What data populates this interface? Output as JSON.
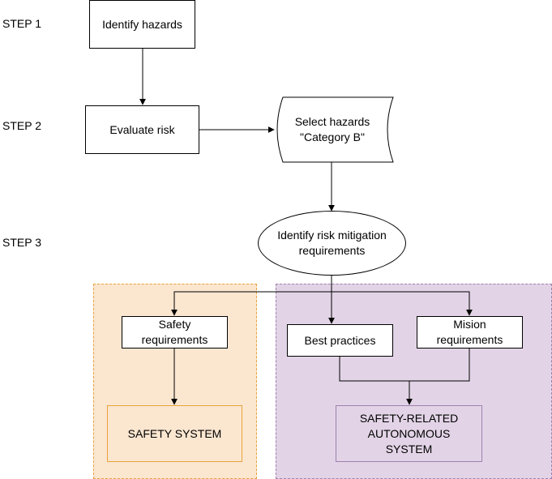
{
  "steps": [
    "STEP 1",
    "STEP 2",
    "STEP 3"
  ],
  "nodes": {
    "identify_hazards": "Identify hazards",
    "evaluate_risk": "Evaluate risk",
    "select_hazards": "Select hazards\n\"Category B\"",
    "identify_mitigation": "Identify risk mitigation\nrequirements",
    "safety_requirements": "Safety\nrequirements",
    "best_practices": "Best practices",
    "mission_requirements": "Mision\nrequirements",
    "safety_system": "SAFETY SYSTEM",
    "safety_related_autonomous": "SAFETY-RELATED\nAUTONOMOUS\nSYSTEM"
  },
  "colors": {
    "safety_region_fill": "#fbe6d0",
    "safety_region_border": "#e8a33a",
    "autonomy_region_fill": "#e2d4e6",
    "autonomy_region_border": "#9f7fae"
  }
}
